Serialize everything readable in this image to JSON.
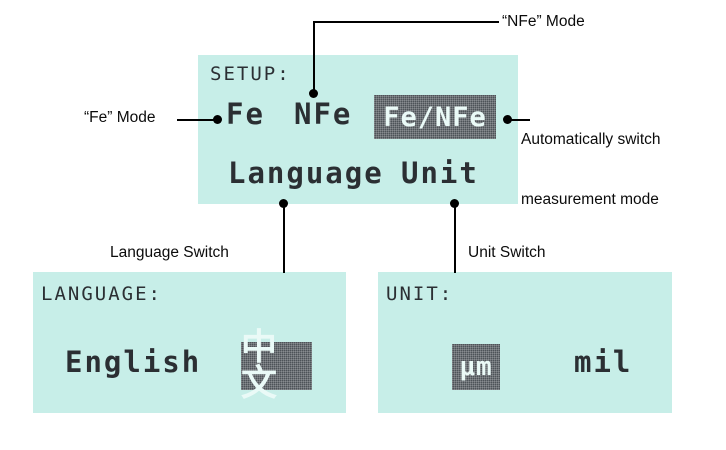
{
  "background_color": "#ffffff",
  "lcd": {
    "screen_color": "#c7eee8",
    "text_color": "#2b2f33",
    "highlight_color": "#4d5358",
    "highlight_text_color": "#eafaf7"
  },
  "screens": {
    "setup": {
      "title": "SETUP:",
      "options_row1": [
        {
          "label": "Fe",
          "selected": false
        },
        {
          "label": "NFe",
          "selected": false
        },
        {
          "label": "Fe/NFe",
          "selected": true
        }
      ],
      "options_row2": [
        {
          "label": "Language",
          "selected": false
        },
        {
          "label": "Unit",
          "selected": false
        }
      ]
    },
    "language": {
      "title": "LANGUAGE:",
      "options": [
        {
          "label": "English",
          "selected": false
        },
        {
          "label": "中文",
          "selected": true
        }
      ]
    },
    "unit": {
      "title": "UNIT:",
      "options": [
        {
          "label": "μm",
          "selected": true
        },
        {
          "label": "mil",
          "selected": false
        }
      ]
    }
  },
  "annotations": {
    "nfe_mode": "“NFe” Mode",
    "fe_mode": "“Fe” Mode",
    "auto_switch_line1": "Automatically switch",
    "auto_switch_line2": "measurement mode",
    "language_switch": "Language Switch",
    "unit_switch": "Unit Switch"
  }
}
